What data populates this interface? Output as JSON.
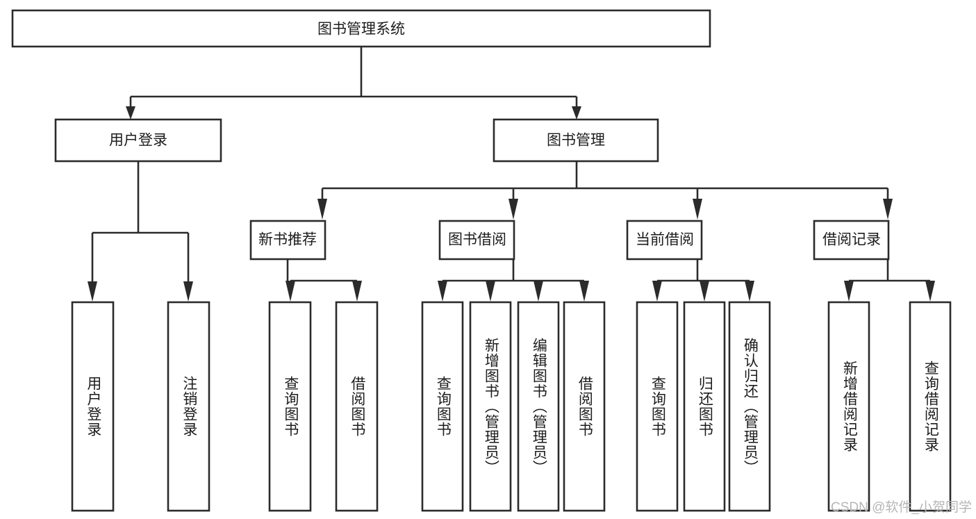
{
  "diagram": {
    "title": "图书管理系统",
    "type": "hierarchy-tree",
    "orientation": "top-down",
    "root": {
      "id": "root",
      "label": "图书管理系统",
      "text_orientation": "horizontal"
    },
    "level1": [
      {
        "id": "user-login",
        "label": "用户登录",
        "text_orientation": "horizontal"
      },
      {
        "id": "book-manage",
        "label": "图书管理",
        "text_orientation": "horizontal"
      }
    ],
    "level2": [
      {
        "id": "new-book-recommend",
        "label": "新书推荐",
        "parent": "book-manage",
        "text_orientation": "horizontal"
      },
      {
        "id": "book-borrow",
        "label": "图书借阅",
        "parent": "book-manage",
        "text_orientation": "horizontal"
      },
      {
        "id": "current-borrow",
        "label": "当前借阅",
        "parent": "book-manage",
        "text_orientation": "horizontal"
      },
      {
        "id": "borrow-record",
        "label": "借阅记录",
        "parent": "book-manage",
        "text_orientation": "horizontal"
      }
    ],
    "leaves": [
      {
        "id": "leaf-user-login",
        "label": "用户登录",
        "parent": "user-login",
        "text_orientation": "vertical"
      },
      {
        "id": "leaf-user-logout",
        "label": "注销登录",
        "parent": "user-login",
        "text_orientation": "vertical"
      },
      {
        "id": "leaf-query-book-1",
        "label": "查询图书",
        "parent": "new-book-recommend",
        "text_orientation": "vertical"
      },
      {
        "id": "leaf-borrow-book-1",
        "label": "借阅图书",
        "parent": "new-book-recommend",
        "text_orientation": "vertical"
      },
      {
        "id": "leaf-query-book-2",
        "label": "查询图书",
        "parent": "book-borrow",
        "text_orientation": "vertical"
      },
      {
        "id": "leaf-add-book",
        "label": "新增图书（管理员）",
        "parent": "book-borrow",
        "text_orientation": "vertical"
      },
      {
        "id": "leaf-edit-book",
        "label": "编辑图书（管理员）",
        "parent": "book-borrow",
        "text_orientation": "vertical"
      },
      {
        "id": "leaf-borrow-book-2",
        "label": "借阅图书",
        "parent": "book-borrow",
        "text_orientation": "vertical"
      },
      {
        "id": "leaf-query-book-3",
        "label": "查询图书",
        "parent": "current-borrow",
        "text_orientation": "vertical"
      },
      {
        "id": "leaf-return-book",
        "label": "归还图书",
        "parent": "current-borrow",
        "text_orientation": "vertical"
      },
      {
        "id": "leaf-confirm-return",
        "label": "确认归还（管理员）",
        "parent": "current-borrow",
        "text_orientation": "vertical"
      },
      {
        "id": "leaf-add-record",
        "label": "新增借阅记录",
        "parent": "borrow-record",
        "text_orientation": "vertical"
      },
      {
        "id": "leaf-query-record",
        "label": "查询借阅记录",
        "parent": "borrow-record",
        "text_orientation": "vertical"
      }
    ],
    "colors": {
      "box_stroke": "#2b2b2b",
      "box_fill": "#ffffff",
      "text": "#1c1c1c",
      "connector": "#2b2b2b",
      "background": "#ffffff",
      "watermark": "#b6b6b6"
    }
  },
  "watermark": {
    "text": "CSDN @软件_小贺同学"
  }
}
